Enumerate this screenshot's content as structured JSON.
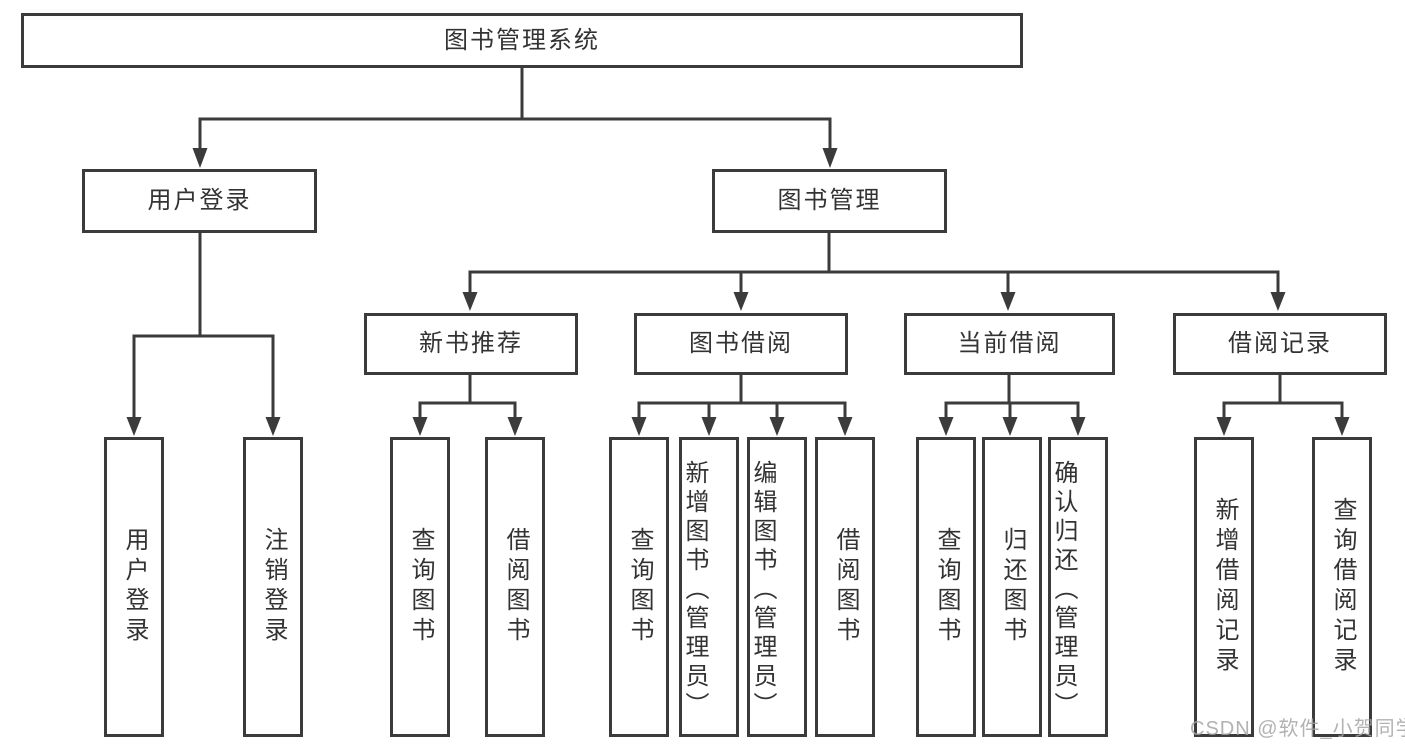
{
  "tree": {
    "root": {
      "label": "图书管理系统"
    },
    "branches": [
      {
        "label": "用户登录",
        "children": [
          {
            "label": "用户登录"
          },
          {
            "label": "注销登录"
          }
        ]
      },
      {
        "label": "图书管理",
        "children": [
          {
            "label": "新书推荐",
            "children": [
              {
                "label": "查询图书"
              },
              {
                "label": "借阅图书"
              }
            ]
          },
          {
            "label": "图书借阅",
            "children": [
              {
                "label": "查询图书"
              },
              {
                "label": "新增图书（管理员）"
              },
              {
                "label": "编辑图书（管理员）"
              },
              {
                "label": "借阅图书"
              }
            ]
          },
          {
            "label": "当前借阅",
            "children": [
              {
                "label": "查询图书"
              },
              {
                "label": "归还图书"
              },
              {
                "label": "确认归还（管理员）"
              }
            ]
          },
          {
            "label": "借阅记录",
            "children": [
              {
                "label": "新增借阅记录"
              },
              {
                "label": "查询借阅记录"
              }
            ]
          }
        ]
      }
    ]
  },
  "watermark": {
    "text": "CSDN @软件_小贺同学"
  },
  "colors": {
    "line": "#3b3b3b",
    "text": "#333333",
    "watermark": "#a5a5a5",
    "background": "#ffffff"
  }
}
